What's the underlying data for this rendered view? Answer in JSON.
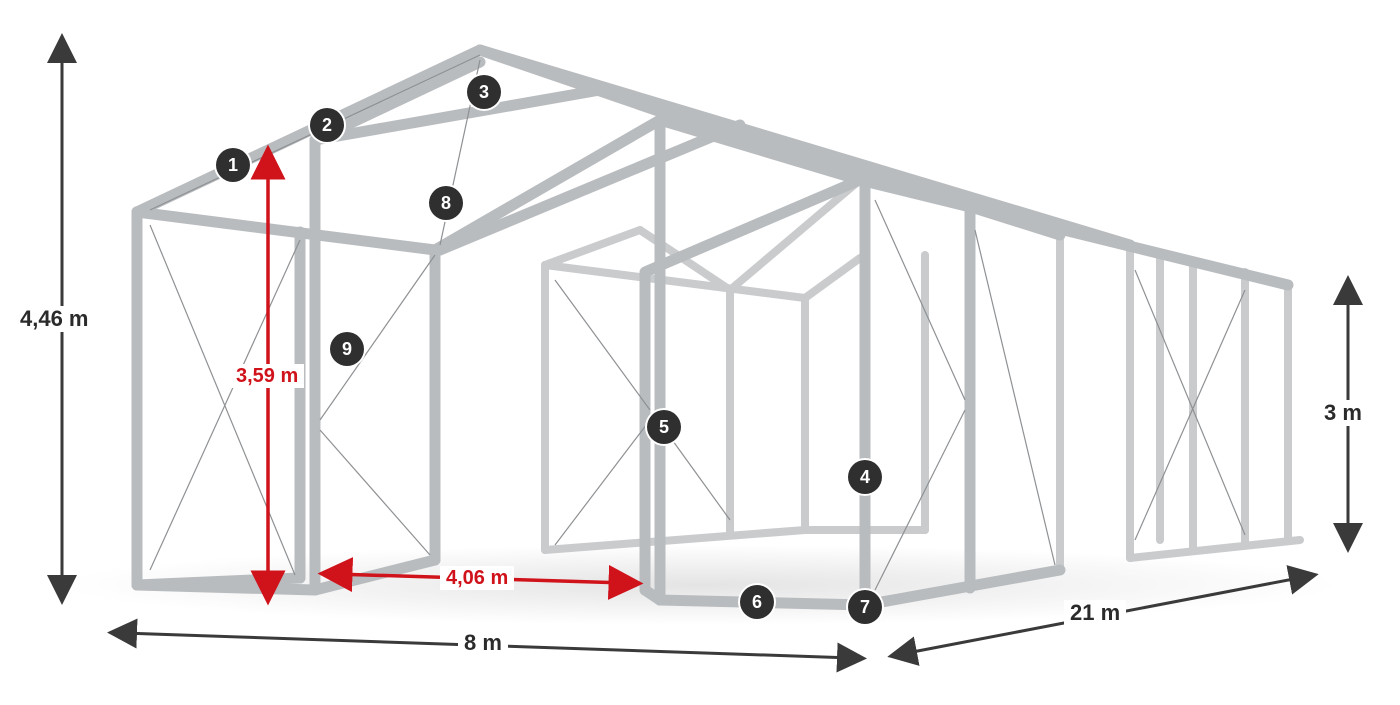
{
  "dimensions": {
    "total_height": "4,46 m",
    "side_height": "3 m",
    "ridge_height": "3,59 m",
    "bay_spacing": "4,06 m",
    "width": "8 m",
    "length": "21 m"
  },
  "callouts": [
    "1",
    "2",
    "3",
    "4",
    "5",
    "6",
    "7",
    "8",
    "9"
  ],
  "colors": {
    "frame": "#b9bcbf",
    "frame_dark": "#8e9194",
    "dimension_arrow": "#3a3a3a",
    "highlight": "#d0121b",
    "badge": "#2f2f2f"
  }
}
